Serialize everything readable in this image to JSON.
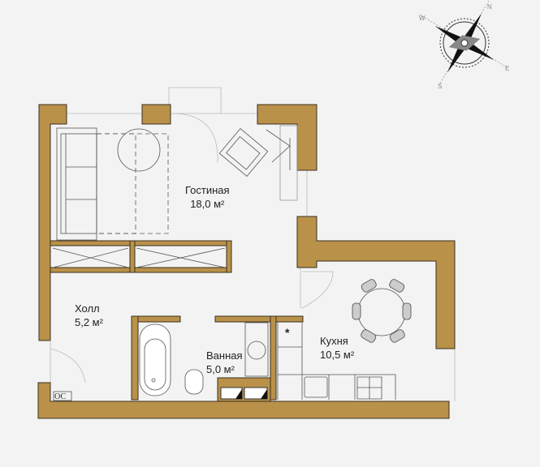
{
  "rooms": {
    "living": {
      "name": "Гостиная",
      "area": "18,0 м²"
    },
    "hall": {
      "name": "Холл",
      "area": "5,2 м²"
    },
    "bath": {
      "name": "Ванная",
      "area": "5,0 м²"
    },
    "kitchen": {
      "name": "Кухня",
      "area": "10,5 м²"
    }
  },
  "fixtures": {
    "boiler_label": "ОС",
    "kitchen_mark": "*"
  },
  "compass": {
    "n": "N",
    "s": "S",
    "e": "E",
    "w": "W"
  },
  "colors": {
    "wall": "#b99149"
  }
}
